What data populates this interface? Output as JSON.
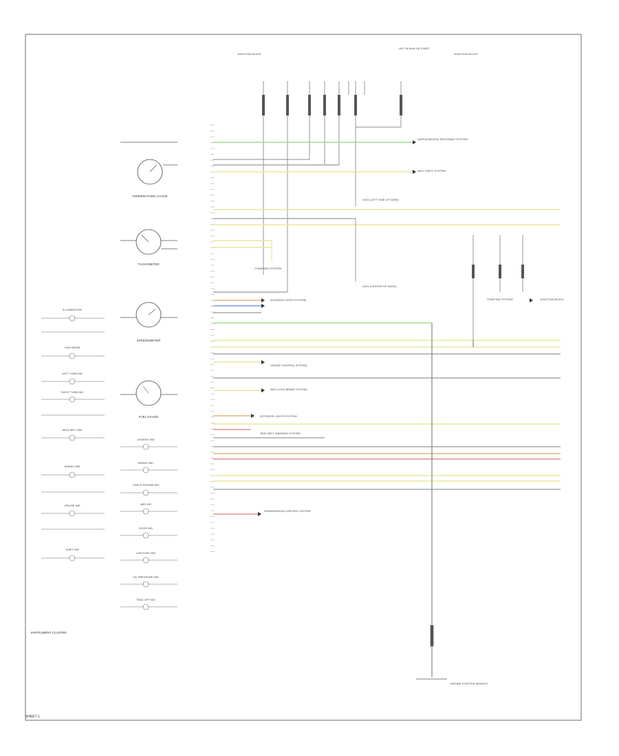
{
  "diagram": {
    "title": "",
    "footer": "SHEET 1",
    "instrument_cluster_label": "INSTRUMENT CLUSTER",
    "gauges": [
      {
        "id": "temp",
        "label": "TEMPERATURE GAUGE"
      },
      {
        "id": "tach",
        "label": "TACHOMETER"
      },
      {
        "id": "speedo",
        "label": "SPEEDOMETER"
      },
      {
        "id": "fuel",
        "label": "FUEL GAUGE"
      }
    ],
    "lamps_left": [
      "ILLUMINATION",
      "HIGH BEAM",
      "LEFT TURN IND",
      "RIGHT TURN IND",
      "SEAT BELT IND",
      "AIRBAG IND",
      "CRUISE IND",
      "SHIFT IND"
    ],
    "lamps_center": [
      "CHARGE IND",
      "BRAKE IND",
      "CHECK ENGINE IND",
      "ABS IND",
      "DOOR IND",
      "LOW FUEL IND",
      "OIL PRESSURE IND",
      "TRAC OFF IND"
    ],
    "top_connectors": [
      "JUNCTION BLOCK",
      "",
      "",
      "",
      "",
      "HOT IN RUN OR START",
      "JUNCTION BLOCK"
    ],
    "destinations": [
      "SUPPLEMENTAL RESTRAINT SYSTEM",
      "ANTI-THEFT SYSTEM",
      "G201 (LEFT SIDE OF DASH)",
      "CHARGING SYSTEM",
      "INTERIOR LIGHTS SYSTEM",
      "G202 (CENTER OF DASH)",
      "CRUISE CONTROL SYSTEM",
      "ANTI-LOCK BRAKE SYSTEM",
      "EXTERIOR LIGHTS SYSTEM",
      "SEAT BELT WARNING SYSTEM",
      "TRANSMISSION CONTROL SYSTEM",
      "STARTING SYSTEM",
      "JUNCTION BLOCK",
      "ENGINE CONTROL MODULE"
    ],
    "wire_colors": {
      "green": "#9be38a",
      "yellow": "#e9e79a",
      "gray": "#a9a9a9",
      "blue": "#7c9be0",
      "red": "#e98d8d",
      "orange": "#e3b57a",
      "black": "#555555"
    }
  }
}
